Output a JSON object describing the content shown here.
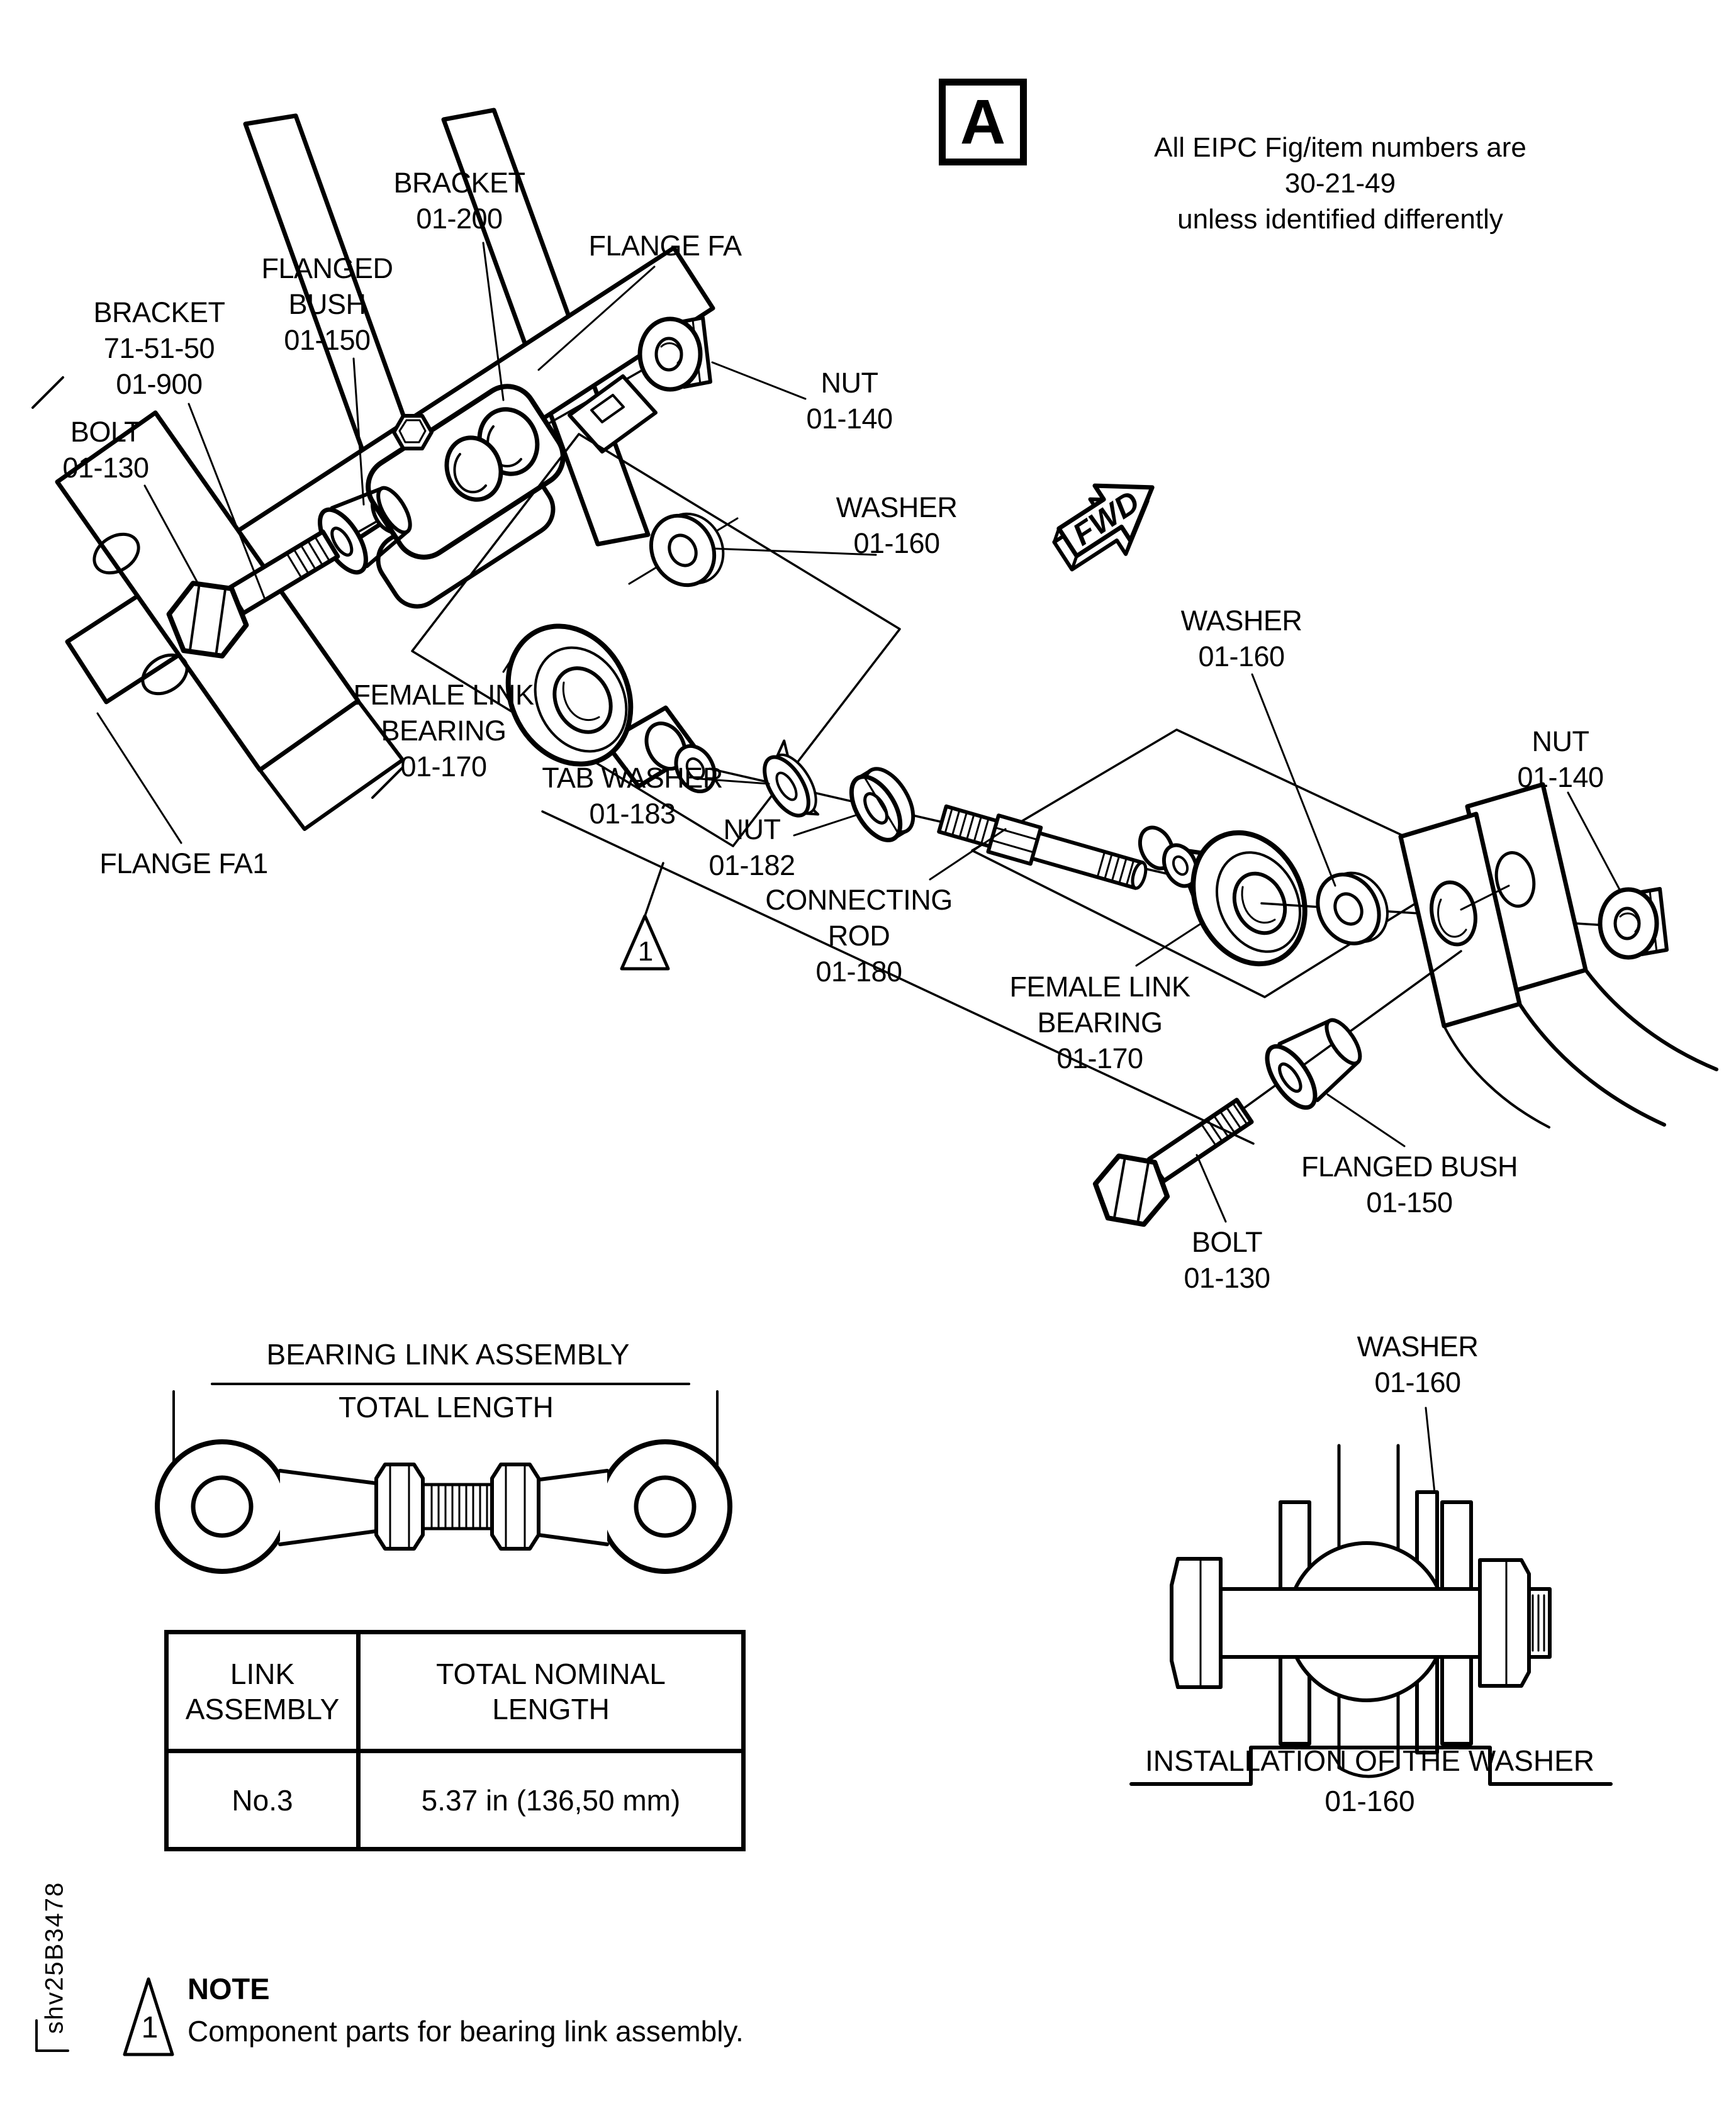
{
  "marker": {
    "letter": "A"
  },
  "info_note": {
    "text": "All EIPC Fig/item numbers are\n30-21-49\nunless identified differently"
  },
  "fwd": {
    "text": "FWD"
  },
  "labels": {
    "bracket_200": {
      "text": "BRACKET\n01-200"
    },
    "flange_fa": {
      "text": "FLANGE FA"
    },
    "flanged_bush_left": {
      "text": "FLANGED\nBUSH\n01-150"
    },
    "bracket_71": {
      "text": "BRACKET\n71-51-50\n01-900"
    },
    "bolt_left": {
      "text": "BOLT\n01-130"
    },
    "nut_top": {
      "text": "NUT\n01-140"
    },
    "washer_top": {
      "text": "WASHER\n01-160"
    },
    "washer_right": {
      "text": "WASHER\n01-160"
    },
    "nut_right": {
      "text": "NUT\n01-140"
    },
    "female_left": {
      "text": "FEMALE LINK\nBEARING\n01-170"
    },
    "tab_washer": {
      "text": "TAB WASHER\n01-183"
    },
    "nut_182": {
      "text": "NUT\n01-182"
    },
    "connecting_rod": {
      "text": "CONNECTING\nROD\n01-180"
    },
    "female_right": {
      "text": "FEMALE LINK\nBEARING\n01-170"
    },
    "flange_fa1": {
      "text": "FLANGE FA1"
    },
    "flanged_bush_right": {
      "text": "FLANGED BUSH\n01-150"
    },
    "bolt_right": {
      "text": "BOLT\n01-130"
    },
    "washer_install": {
      "text": "WASHER\n01-160"
    }
  },
  "flags": {
    "assembly_flag": "1",
    "note_flag": "1"
  },
  "assembly_figure": {
    "title": "BEARING LINK ASSEMBLY",
    "subtitle": "TOTAL LENGTH"
  },
  "table": {
    "headers": [
      "LINK\nASSEMBLY",
      "TOTAL NOMINAL\nLENGTH"
    ],
    "rows": [
      [
        "No.3",
        "5.37 in (136,50 mm)"
      ]
    ]
  },
  "installation": {
    "caption": "INSTALLATION OF THE WASHER",
    "ref": "01-160"
  },
  "note": {
    "heading": "NOTE",
    "body": "Component parts for bearing link assembly."
  },
  "doc_code": {
    "text": "shv25B3478"
  }
}
